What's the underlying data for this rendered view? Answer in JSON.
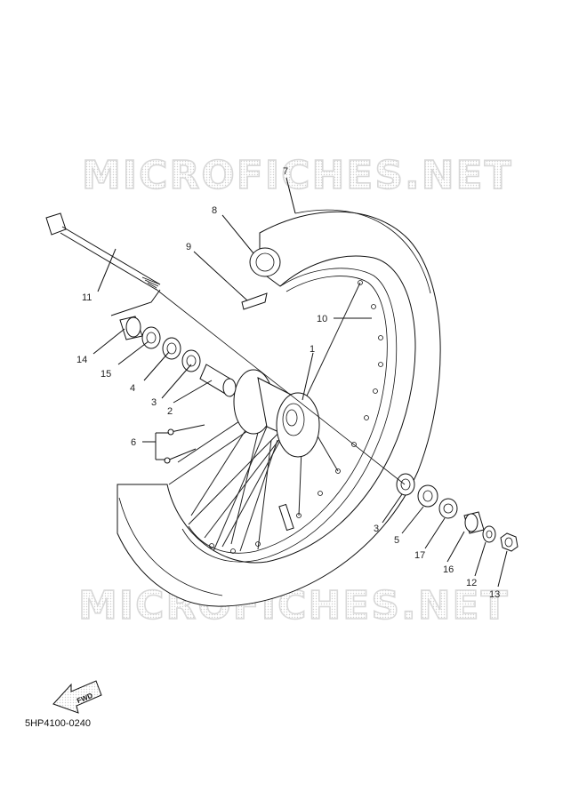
{
  "watermark": "MICROFICHES.NET",
  "diagram_code": "5HP4100-0240",
  "fwd_label": "FWD",
  "callouts": {
    "p1": "1",
    "p2": "2",
    "p3a": "3",
    "p3b": "3",
    "p4": "4",
    "p5": "5",
    "p6": "6",
    "p7": "7",
    "p8": "8",
    "p9": "9",
    "p10": "10",
    "p11": "11",
    "p12": "12",
    "p13": "13",
    "p14": "14",
    "p15": "15",
    "p16": "16",
    "p17": "17"
  }
}
